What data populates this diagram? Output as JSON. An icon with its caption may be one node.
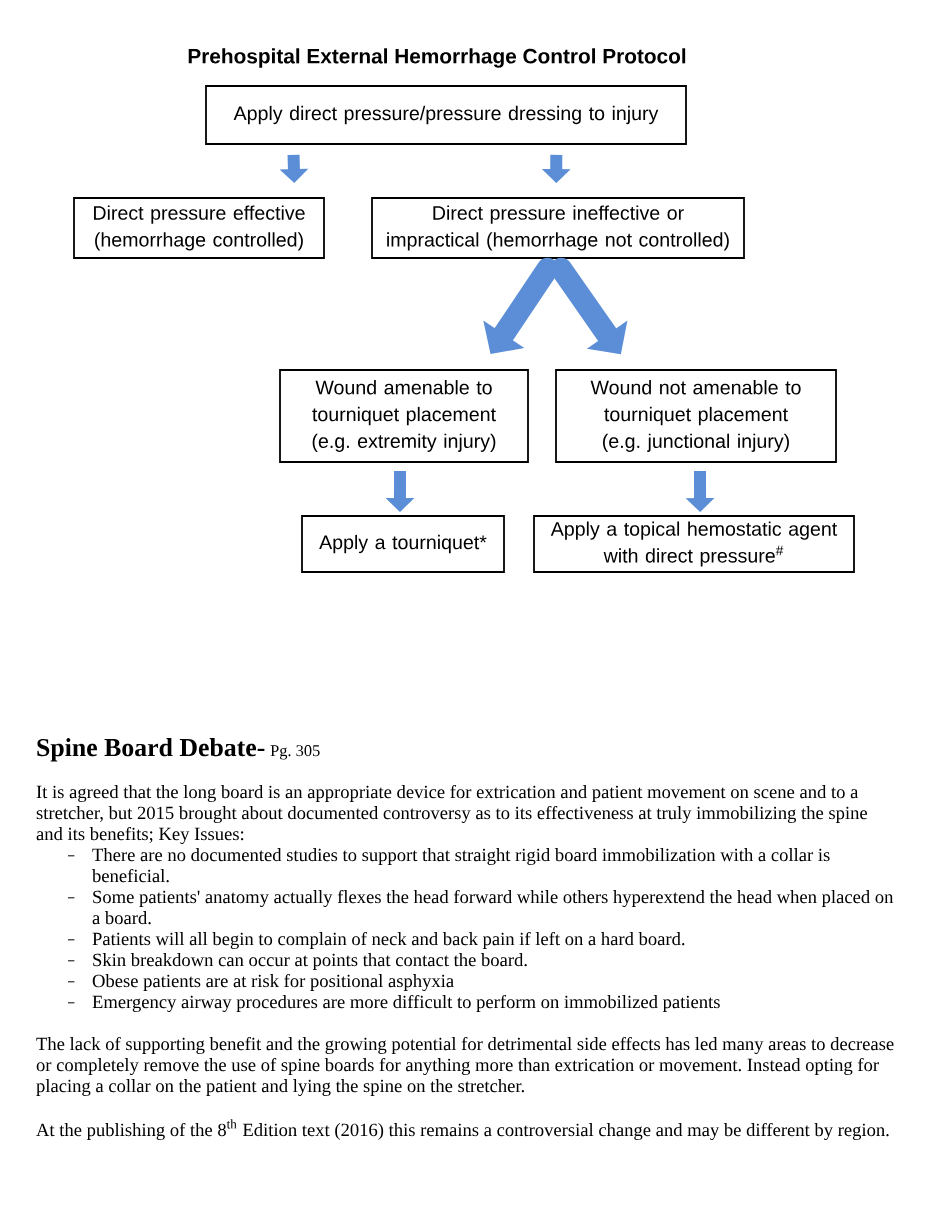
{
  "diagram": {
    "title": "Prehospital External Hemorrhage Control Protocol",
    "nodes": [
      {
        "text": [
          "Apply direct pressure/pressure dressing to injury"
        ]
      },
      {
        "text": [
          "Direct pressure effective (hemorrhage controlled)"
        ]
      },
      {
        "text": [
          "Direct pressure ineffective or impractical (hemorrhage not controlled)"
        ]
      },
      {
        "text": [
          "Wound amenable to tourniquet placement (e.g. extremity injury)"
        ]
      },
      {
        "text": [
          "Wound not amenable to tourniquet placement (e.g. junctional injury)"
        ]
      },
      {
        "text": [
          "Apply a tourniquet*"
        ]
      },
      {
        "text": [
          "Apply a topical hemostatic agent with direct pressure$^{#}$"
        ]
      }
    ],
    "edges": [
      {
        "from": 0,
        "to": 1,
        "arrow": "to"
      },
      {
        "from": 0,
        "to": 2,
        "arrow": "to"
      },
      {
        "from": 2,
        "to": 3,
        "arrow": "to",
        "style": "thick"
      },
      {
        "from": 2,
        "to": 4,
        "arrow": "to",
        "style": "thick"
      },
      {
        "from": 3,
        "to": 5,
        "arrow": "to"
      },
      {
        "from": 4,
        "to": 6,
        "arrow": "to"
      }
    ],
    "labels": [
      "Spine Board Debate-",
      "Pg. 305",
      "It is agreed that the long board is an appropriate device for extrication and patient movement on scene and to a stretcher, but 2015 brought about documented controversy as to its effectiveness at truly immobilizing the spine and its benefits; Key Issues:",
      "There are no documented studies to support that straight rigid board immobilization with a collar is beneficial.",
      "Some patients' anatomy actually flexes the head forward while others hyperextend the head when placed on a board.",
      "Patients will all begin to complain of neck and back pain if left on a hard board.",
      "Skin breakdown can occur at points that contact the board.",
      "Obese patients are at risk for positional asphyxia",
      "Emergency airway procedures are more difficult to perform on immobilized patients",
      "The lack of supporting benefit and the growing potential for detrimental side effects has led many areas to decrease or completely remove the use of spine boards for anything more than extrication or movement. Instead opting for placing a collar on the patient and lying the spine on the stretcher.",
      "At the publishing of the 8$^{th}$ Edition text (2016) this remains a controversial change and may be different by region."
    ]
  }
}
